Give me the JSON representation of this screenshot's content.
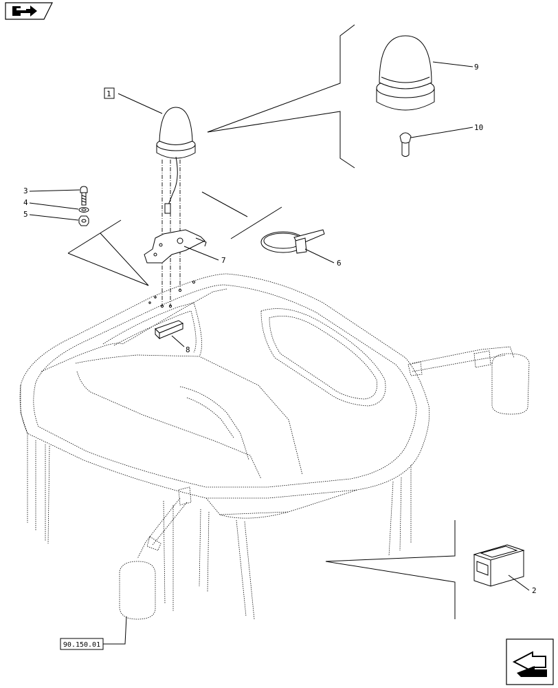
{
  "callouts": {
    "c1": "1",
    "c2": "2",
    "c3": "3",
    "c4": "4",
    "c5": "5",
    "c6": "6",
    "c7": "7",
    "c8": "8",
    "c9": "9",
    "c10": "10"
  },
  "reference_label": "90.150.01",
  "icons": {
    "top_left": "book-arrow-icon",
    "bottom_right": "next-page-arrow-icon"
  }
}
